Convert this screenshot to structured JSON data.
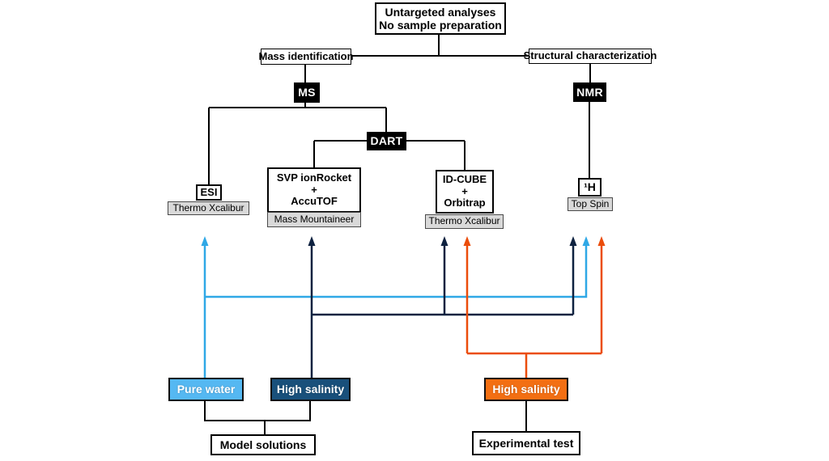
{
  "diagram": {
    "title_box": {
      "lines": [
        "Untargeted analyses",
        "No sample preparation"
      ]
    },
    "branches": {
      "left": {
        "label": "Mass identification"
      },
      "right": {
        "label": "Structural characterization"
      }
    },
    "methods": {
      "ms": "MS",
      "nmr": "NMR",
      "dart": "DART"
    },
    "instruments": {
      "esi": {
        "name": "ESI",
        "software": "Thermo Xcalibur"
      },
      "svp": {
        "lines": [
          "SVP ionRocket",
          "+",
          "AccuTOF"
        ],
        "software": "Mass Mountaineer"
      },
      "idcube": {
        "lines": [
          "ID-CUBE",
          "+",
          "Orbitrap"
        ],
        "software": "Thermo Xcalibur"
      },
      "proton": {
        "name": "¹H",
        "software": "Top Spin"
      }
    },
    "samples": {
      "pure_water": {
        "label": "Pure water",
        "box_color": "#55b8f2",
        "line_color": "#2fa8e6"
      },
      "high_salinity_model": {
        "label": "High salinity",
        "box_color": "#19507b",
        "line_color": "#0e2240"
      },
      "high_salinity_exp": {
        "label": "High salinity",
        "box_color": "#f36f13",
        "line_color": "#eb4d0b"
      }
    },
    "tests": {
      "model": "Model solutions",
      "experimental": "Experimental test"
    }
  }
}
